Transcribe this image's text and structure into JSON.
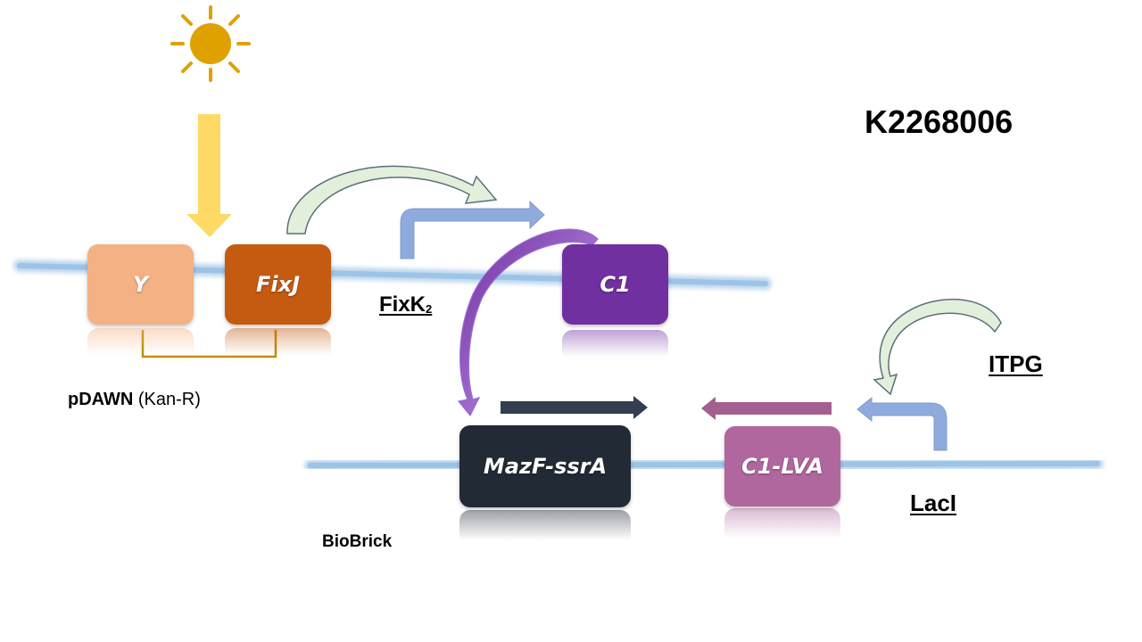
{
  "title": "K2268006",
  "plasmids": {
    "pdawn": {
      "name": "pDAWN",
      "resistance": "(Kan-R)"
    },
    "biobrick": {
      "name": "BioBrick"
    }
  },
  "genes": {
    "y": {
      "label": "Y",
      "color": "#f4b183"
    },
    "fixj": {
      "label": "FixJ",
      "color": "#c55a11"
    },
    "c1": {
      "label": "C1",
      "color": "#7030a0"
    },
    "mazf": {
      "label": "MazF-ssrA",
      "color": "#222a35"
    },
    "c1lva": {
      "label": "C1-LVA",
      "color": "#b0679e"
    }
  },
  "promoters": {
    "fixk2": {
      "label_main": "FixK",
      "label_sub": "2",
      "color": "#8faadc"
    },
    "laci": {
      "label": "LacI",
      "color": "#8faadc"
    }
  },
  "inducers": {
    "itpg": {
      "label": "ITPG"
    },
    "light": {
      "icon": "sun-icon",
      "color": "#dfa100"
    }
  },
  "colors": {
    "dna_strand": "#9dc3e6",
    "light_arrow": "#ffd966",
    "bracket": "#bf9000",
    "activation_arrow_fill": "#e2efda",
    "activation_arrow_stroke": "#5c6f7b",
    "repression_arrow": "#b784e8",
    "mazf_transcription_arrow": "#333f50",
    "c1lva_transcription_arrow": "#a35f8f"
  }
}
